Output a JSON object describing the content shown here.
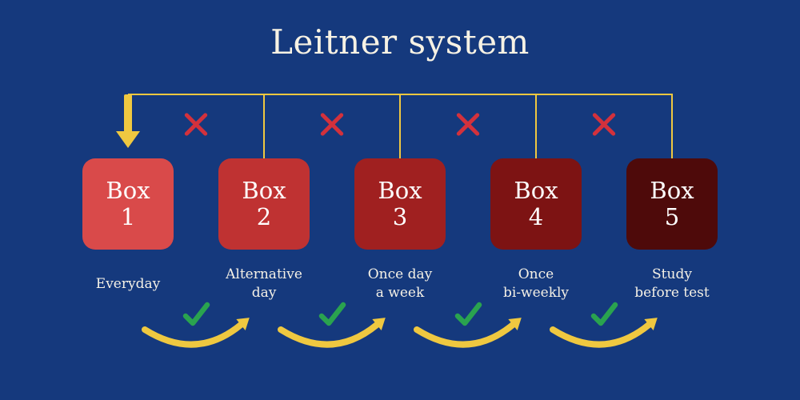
{
  "title": "Leitner system",
  "colors": {
    "background": "#15397d",
    "accent_yellow": "#efc840",
    "cross_red": "#d3313c",
    "check_green": "#2aa34f",
    "text_cream": "#f5f1e6"
  },
  "boxes": [
    {
      "label": "Box",
      "number": "1",
      "caption": "Everyday",
      "color": "#d94a4a"
    },
    {
      "label": "Box",
      "number": "2",
      "caption": "Alternative\nday",
      "color": "#bf3232"
    },
    {
      "label": "Box",
      "number": "3",
      "caption": "Once day\na week",
      "color": "#a02020"
    },
    {
      "label": "Box",
      "number": "4",
      "caption": "Once\nbi-weekly",
      "color": "#7d1313"
    },
    {
      "label": "Box",
      "number": "5",
      "caption": "Study\nbefore test",
      "color": "#4e0a0a"
    }
  ],
  "icons": {
    "down_arrow": "thick yellow arrow pointing down into Box 1",
    "cross": "red X over connector line",
    "check": "green checkmark",
    "flow_arrow": "yellow curved arrow to next box"
  }
}
